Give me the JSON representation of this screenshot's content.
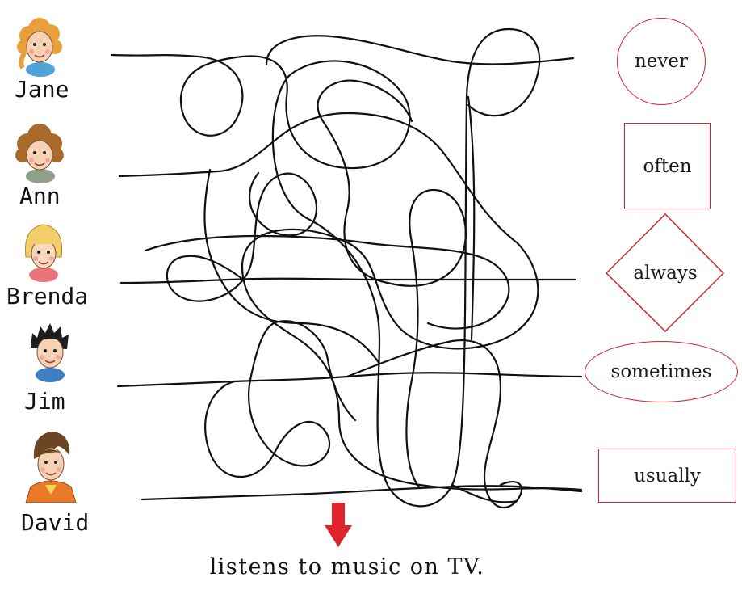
{
  "children": [
    {
      "name": "Jane",
      "hair_color": "#e9a03c",
      "shirt_color": "#4fa3d8",
      "hair_style": "curly-braids"
    },
    {
      "name": "Ann",
      "hair_color": "#a96a2c",
      "shirt_color": "#8fa08a",
      "hair_style": "curly"
    },
    {
      "name": "Brenda",
      "hair_color": "#f2cf6a",
      "shirt_color": "#e8747a",
      "hair_style": "bob"
    },
    {
      "name": "Jim",
      "hair_color": "#1e1e1e",
      "shirt_color": "#3f7fc4",
      "hair_style": "spiky"
    },
    {
      "name": "David",
      "hair_color": "#6b4424",
      "shirt_color": "#ea7a2a",
      "hair_style": "tousled"
    }
  ],
  "frequency_words": [
    {
      "label": "never",
      "shape": "circle"
    },
    {
      "label": "often",
      "shape": "square"
    },
    {
      "label": "always",
      "shape": "diamond"
    },
    {
      "label": "sometimes",
      "shape": "ellipse"
    },
    {
      "label": "usually",
      "shape": "rectangle"
    }
  ],
  "caption": "listens to music on TV.",
  "colors": {
    "shape_border": "#d2232a",
    "arrow": "#e0242b",
    "maze_line": "#111111"
  },
  "icons": {
    "arrow": "down-arrow-icon"
  }
}
